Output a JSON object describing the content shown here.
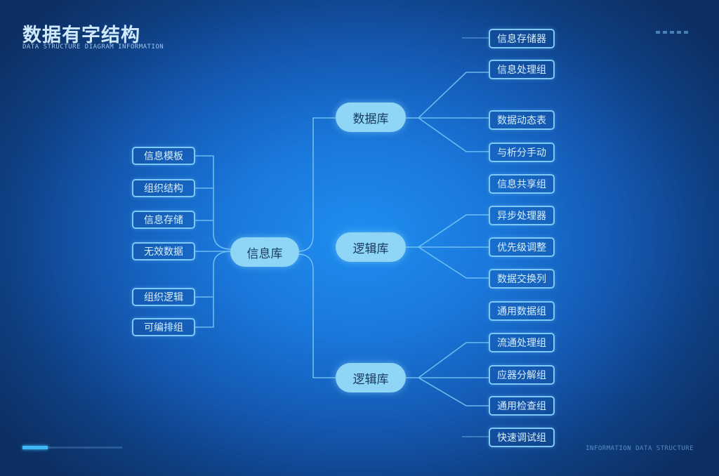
{
  "header": {
    "title": "数据有字结构",
    "subtitle": "DATA STRUCTURE DIAGRAM INFORMATION"
  },
  "colors": {
    "background_center": "#1f8ff0",
    "background_edge": "#0c2f63",
    "node_fill": "#8fd6f6",
    "node_text": "#163a5c",
    "leaf_border": "#7ccaf5",
    "leaf_text": "#d7efff",
    "link": "#7ccaf5"
  },
  "diagram": {
    "root": {
      "label": "信息库"
    },
    "left_leaves": [
      {
        "label": "信息模板"
      },
      {
        "label": "组织结构"
      },
      {
        "label": "信息存储"
      },
      {
        "label": "无效数据"
      },
      {
        "label": "组织逻辑"
      },
      {
        "label": "可编排组"
      }
    ],
    "branches": [
      {
        "label": "数据库",
        "leaves": [
          {
            "label": "信息存储器"
          },
          {
            "label": "信息处理组"
          },
          {
            "label": "数据动态表"
          },
          {
            "label": "与析分手动"
          }
        ]
      },
      {
        "label": "逻辑库",
        "leaves": [
          {
            "label": "信息共享组"
          },
          {
            "label": "异步处理器"
          },
          {
            "label": "优先级调整"
          },
          {
            "label": "数据交换列"
          },
          {
            "label": "通用数据组"
          }
        ]
      },
      {
        "label": "逻辑库",
        "leaves": [
          {
            "label": "流通处理组"
          },
          {
            "label": "应器分解组"
          },
          {
            "label": "通用检查组"
          },
          {
            "label": "快速调试组"
          }
        ]
      }
    ]
  },
  "footer": {
    "progress_percent": 25,
    "caption": "INFORMATION DATA STRUCTURE"
  }
}
